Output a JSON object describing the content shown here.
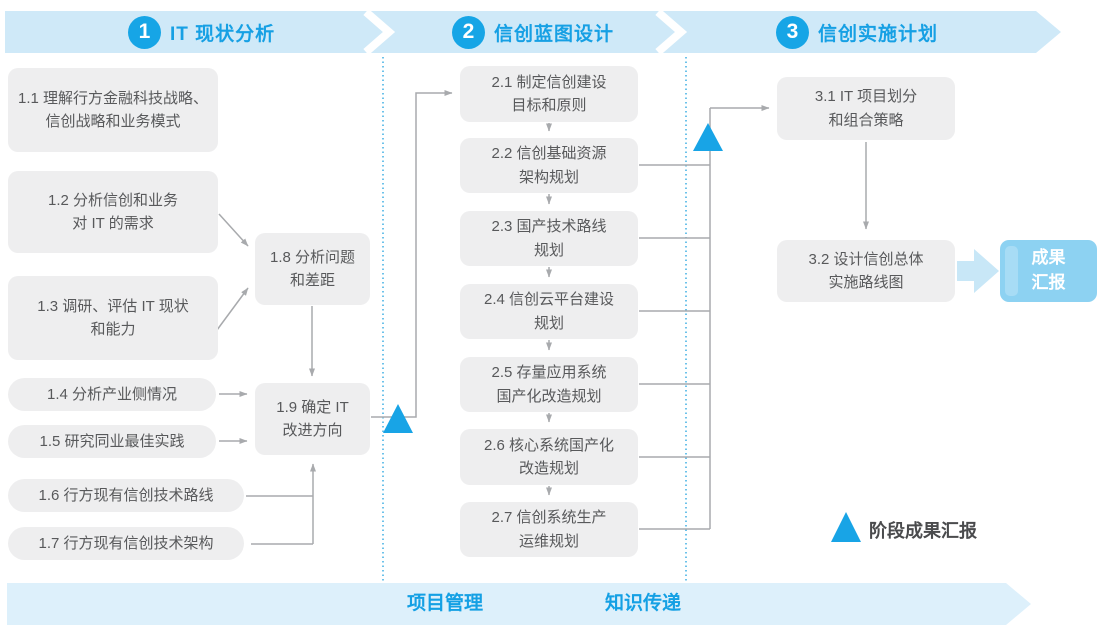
{
  "header": {
    "phases": [
      {
        "number": "1",
        "title": "IT 现状分析"
      },
      {
        "number": "2",
        "title": "信创蓝图设计"
      },
      {
        "number": "3",
        "title": "信创实施计划"
      }
    ]
  },
  "boxes": {
    "b11": {
      "line1": "1.1 理解行方金融科技战略、",
      "line2": "信创战略和业务模式"
    },
    "b12": {
      "line1": "1.2 分析信创和业务",
      "line2": "对 IT 的需求"
    },
    "b13": {
      "line1": "1.3 调研、评估 IT 现状",
      "line2": "和能力"
    },
    "b14": {
      "line1": "1.4 分析产业侧情况"
    },
    "b15": {
      "line1": "1.5 研究同业最佳实践"
    },
    "b16": {
      "line1": "1.6 行方现有信创技术路线"
    },
    "b17": {
      "line1": "1.7 行方现有信创技术架构"
    },
    "b18": {
      "line1": "1.8 分析问题",
      "line2": "和差距"
    },
    "b19": {
      "line1": "1.9 确定 IT",
      "line2": "改进方向"
    },
    "b21": {
      "line1": "2.1 制定信创建设",
      "line2": "目标和原则"
    },
    "b22": {
      "line1": "2.2 信创基础资源",
      "line2": "架构规划"
    },
    "b23": {
      "line1": "2.3 国产技术路线",
      "line2": "规划"
    },
    "b24": {
      "line1": "2.4 信创云平台建设",
      "line2": "规划"
    },
    "b25": {
      "line1": "2.5 存量应用系统",
      "line2": "国产化改造规划"
    },
    "b26": {
      "line1": "2.6 核心系统国产化",
      "line2": "改造规划"
    },
    "b27": {
      "line1": "2.7 信创系统生产",
      "line2": "运维规划"
    },
    "b31": {
      "line1": "3.1 IT 项目划分",
      "line2": "和组合策略"
    },
    "b32": {
      "line1": "3.2 设计信创总体",
      "line2": "实施路线图"
    }
  },
  "result": {
    "line1": "成果",
    "line2": "汇报"
  },
  "legend": {
    "label": "阶段成果汇报"
  },
  "footer": {
    "items": [
      "项目管理",
      "知识传递"
    ]
  },
  "colors": {
    "accent_blue": "#16a0e4",
    "banner_fill": "#cfe9f8",
    "footer_fill": "#ddf0fb",
    "box_gray": "#eeeeef",
    "box_text": "#58595b",
    "result_fill": "#8dd2f2",
    "line_gray": "#a8aaad",
    "triangle_blue": "#18a4e6"
  }
}
